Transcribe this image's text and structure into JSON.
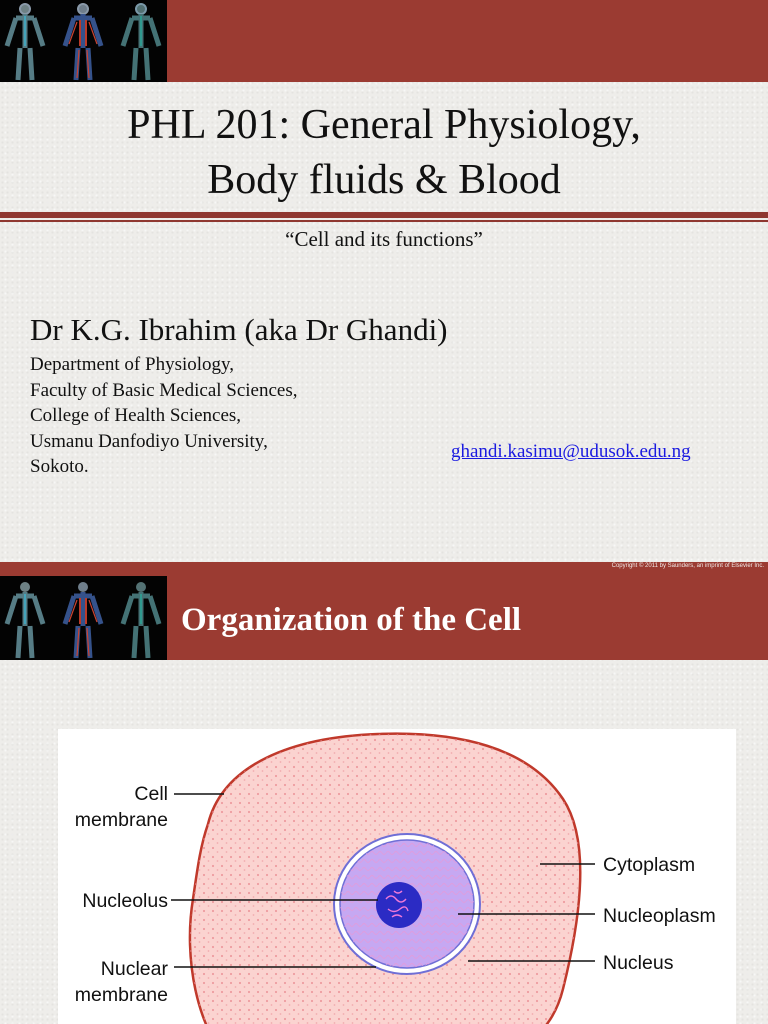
{
  "slide1": {
    "title_line1": "PHL 201: General Physiology,",
    "title_line2": "Body fluids & Blood",
    "subtitle": "“Cell and its functions”",
    "author": "Dr K.G. Ibrahim (aka Dr Ghandi)",
    "affiliation": [
      "Department of Physiology,",
      "Faculty of Basic Medical Sciences,",
      "College of Health Sciences,",
      "Usmanu Danfodiyo University,",
      "Sokoto."
    ],
    "email": "ghandi.kasimu@udusok.edu.ng"
  },
  "slide2": {
    "copyright": "Copyright © 2011 by Saunders, an imprint of Elsevier Inc.",
    "title": "Organization of the Cell",
    "labels": {
      "cell": "Cell",
      "membrane": "membrane",
      "nucleolus": "Nucleolus",
      "nuclear": "Nuclear",
      "nuclear_membrane": "membrane",
      "cytoplasm": "Cytoplasm",
      "nucleoplasm": "Nucleoplasm",
      "nucleus": "Nucleus"
    }
  },
  "colors": {
    "banner": "#9b3b32",
    "rule": "#8f3730",
    "link": "#1a1ae0",
    "cell_fill": "#fbd3d0",
    "cell_border": "#c0392b",
    "nucleus_fill": "#c6a8f2",
    "nucleolus_fill": "#2b2bc4"
  }
}
